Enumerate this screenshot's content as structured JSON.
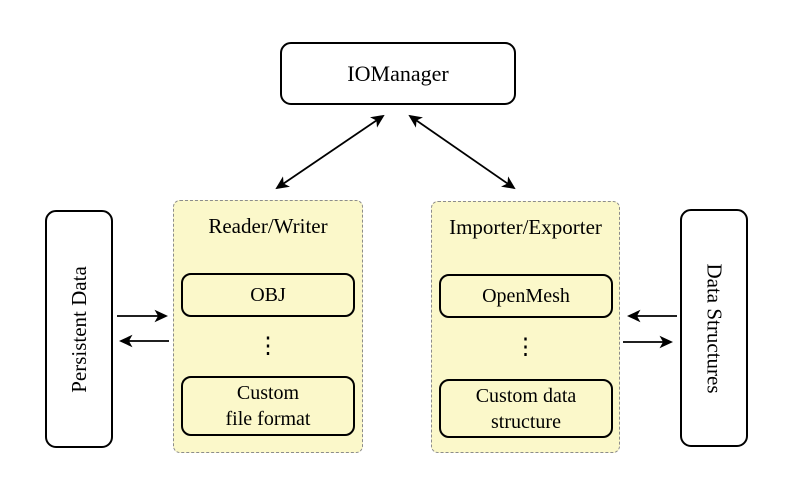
{
  "nodes": {
    "iomanager": {
      "label": "IOManager"
    },
    "persistent_data": {
      "label": "Persistent Data"
    },
    "data_structures": {
      "label": "Data Structures"
    }
  },
  "groups": [
    {
      "title": "Reader/Writer",
      "ellipsis": "⋮",
      "items": [
        {
          "lines": [
            "OBJ",
            ""
          ]
        },
        {
          "lines": [
            "Custom",
            "file format"
          ]
        }
      ]
    },
    {
      "title": "Importer/Exporter",
      "ellipsis": "⋮",
      "items": [
        {
          "lines": [
            "OpenMesh",
            ""
          ]
        },
        {
          "lines": [
            "Custom data",
            "structure"
          ]
        }
      ]
    }
  ],
  "arrows": [
    {
      "name": "iomanager-readerwriter",
      "type": "double"
    },
    {
      "name": "iomanager-importerexporter",
      "type": "double"
    },
    {
      "name": "persistentdata-to-readerwriter",
      "type": "single-right"
    },
    {
      "name": "readerwriter-to-persistentdata",
      "type": "single-left"
    },
    {
      "name": "datastructures-to-importerexporter",
      "type": "single-left"
    },
    {
      "name": "importerexporter-to-datastructures",
      "type": "single-right"
    }
  ],
  "colors": {
    "background": "#ffffff",
    "group_fill": "#fbf8ca",
    "group_border": "#8c8c8c",
    "node_border": "#000000",
    "node_fill": "#ffffff",
    "arrow": "#000000",
    "text": "#000000"
  }
}
